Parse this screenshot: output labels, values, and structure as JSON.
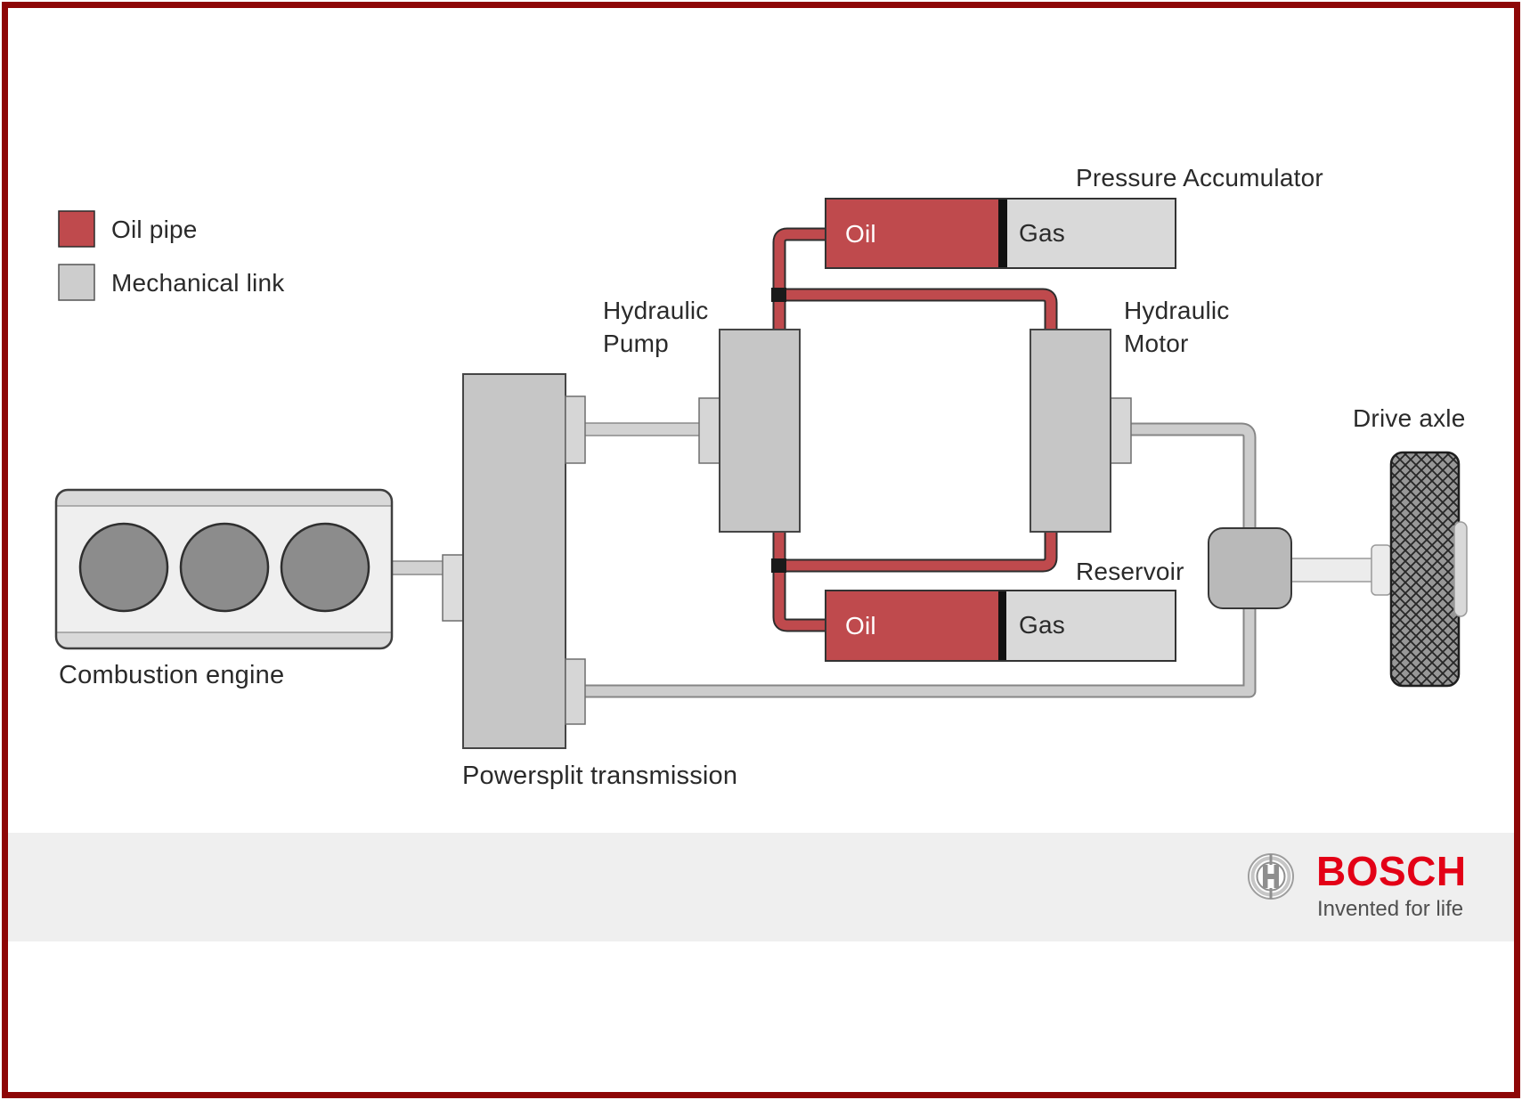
{
  "legend": {
    "items": [
      {
        "id": "oil_pipe",
        "label": "Oil pipe",
        "swatch_color": "#bf4a4d"
      },
      {
        "id": "mechanical_link",
        "label": "Mechanical link",
        "swatch_color": "#cdcdcd"
      }
    ]
  },
  "diagram": {
    "labels": {
      "pressure_accumulator": "Pressure Accumulator",
      "hydraulic_pump": "Hydraulic\nPump",
      "hydraulic_motor": "Hydraulic\nMotor",
      "drive_axle": "Drive axle",
      "reservoir": "Reservoir",
      "combustion_engine": "Combustion engine",
      "powersplit_transmission": "Powersplit transmission"
    },
    "pressure_accumulator": {
      "oil": "Oil",
      "gas": "Gas"
    },
    "reservoir_tank": {
      "oil": "Oil",
      "gas": "Gas"
    }
  },
  "footer": {
    "brand": "BOSCH",
    "tagline": "Invented for life"
  },
  "colors": {
    "oil_pipe": "#bf4a4d",
    "mechanical_link": "#cdcdcd",
    "component_gray": "#c6c6c6",
    "band_gray": "#efefef",
    "bosch_red": "#e30016",
    "border_red": "#8e0606",
    "junction_black": "#1a1a1a"
  }
}
